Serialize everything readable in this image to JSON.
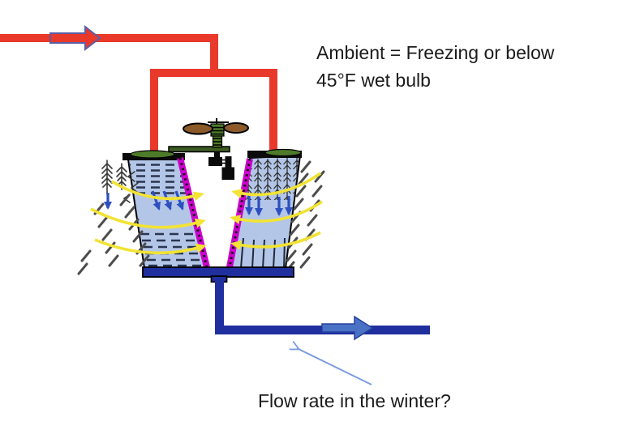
{
  "annotations": {
    "ambient_line1": "Ambient = Freezing or below",
    "ambient_line2": "45°F wet bulb",
    "flow_question": "Flow rate in the winter?"
  },
  "colors": {
    "background": "#ffffff",
    "hot_pipe": "#e8392b",
    "hot_arrow_outline": "#5b5ea6",
    "cold_pipe": "#1f2f9e",
    "cold_arrow_fill": "#4a72c4",
    "panel_fill": "#b3c6e7",
    "eliminator_magenta": "#cc00cc",
    "cap_green": "#4e7b2a",
    "deck_green": "#3d5b22",
    "fan_brown": "#8c5a28",
    "air_arrow_yellow": "#f2e334",
    "water_arrow_blue": "#2d4fc0",
    "frost_gray": "#4d4d4d",
    "annotation_arrow_blue": "#7d9ce0",
    "text_color": "#1b1b1b"
  }
}
